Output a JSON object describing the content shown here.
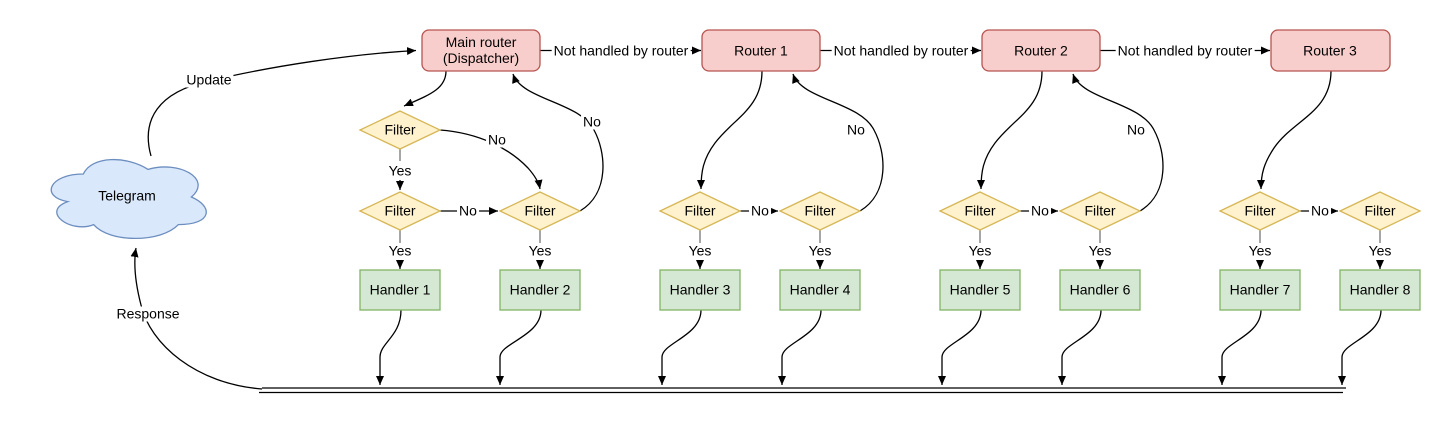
{
  "labels": {
    "telegram": "Telegram",
    "update": "Update",
    "response": "Response",
    "not_handled": "Not handled by router",
    "yes": "Yes",
    "no": "No",
    "filter": "Filter"
  },
  "routers": {
    "main": {
      "line1": "Main router",
      "line2": "(Dispatcher)"
    },
    "router1": "Router 1",
    "router2": "Router 2",
    "router3": "Router 3"
  },
  "handlers": [
    "Handler 1",
    "Handler 2",
    "Handler 3",
    "Handler 4",
    "Handler 5",
    "Handler 6",
    "Handler 7",
    "Handler 8"
  ],
  "colors": {
    "router_fill": "#f8cecc",
    "router_stroke": "#b85450",
    "filter_fill": "#fff2cc",
    "filter_stroke": "#d6b656",
    "handler_fill": "#d5e8d4",
    "handler_stroke": "#82b366",
    "cloud_fill": "#dae8fc",
    "cloud_stroke": "#6c8ebf",
    "edge": "#000000"
  }
}
